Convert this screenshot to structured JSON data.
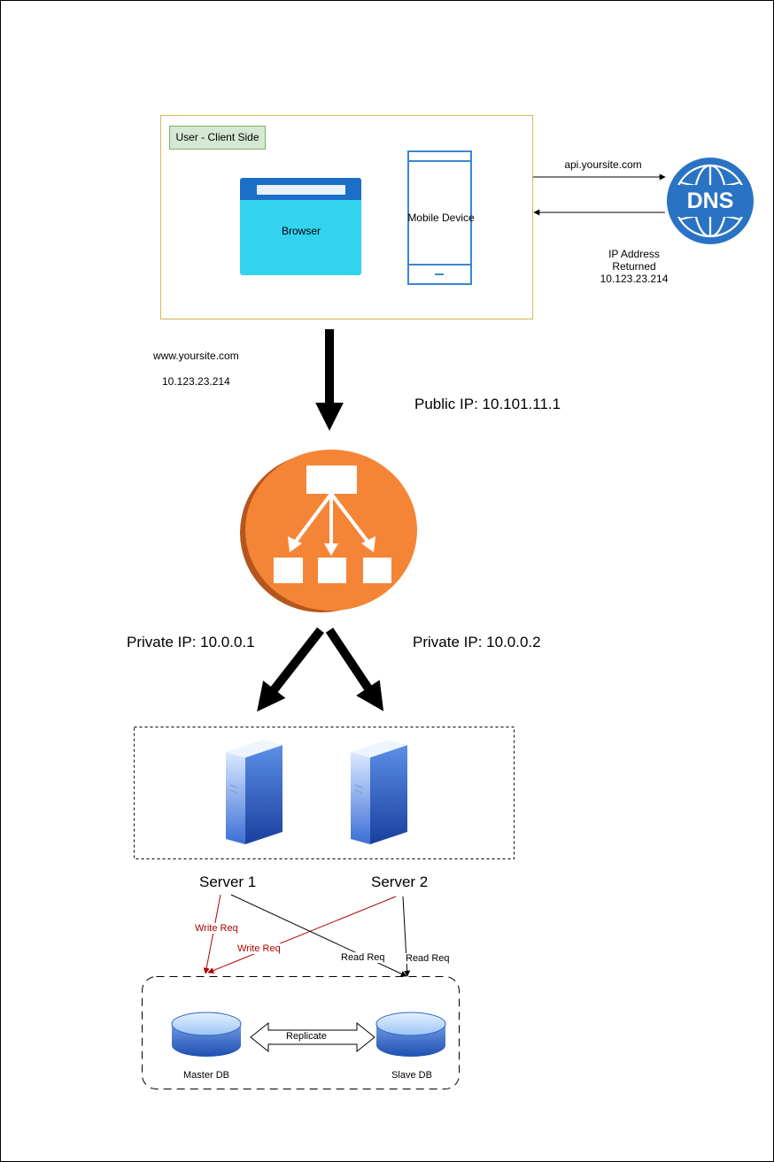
{
  "client": {
    "group_label": "User - Client Side",
    "browser_label": "Browser",
    "mobile_label": "Mobile Device"
  },
  "dns": {
    "icon_text": "DNS",
    "query_label": "api.yoursite.com",
    "response_lines": [
      "IP Address",
      "Returned",
      "10.123.23.214"
    ]
  },
  "request": {
    "domain_label": "www.yoursite.com",
    "ip_label": "10.123.23.214"
  },
  "load_balancer": {
    "public_ip_label": "Public IP:  10.101.11.1",
    "private_ip_left": "Private IP:  10.0.0.1",
    "private_ip_right": "Private IP:  10.0.0.2"
  },
  "servers": [
    {
      "name": "Server 1"
    },
    {
      "name": "Server 2"
    }
  ],
  "edges": {
    "write_req_1": "Write Req",
    "write_req_2": "Write Req",
    "read_req_1": "Read Req",
    "read_req_2": "Read Req",
    "replicate": "Replicate"
  },
  "databases": {
    "master_label": "Master DB",
    "slave_label": "Slave DB"
  },
  "colors": {
    "client_border": "#d6b656",
    "client_badge_fill": "#d5e8d4",
    "client_badge_border": "#82b366",
    "browser_fill": "#33d3f0",
    "browser_header": "#1b6fc7",
    "mobile_stroke": "#3a87d1",
    "dns_blue": "#2a73c4",
    "load_balancer_orange": "#f58536",
    "load_balancer_shadow": "#b5561c",
    "server_blue": "#3c6ed6",
    "database_blue": "#2f63c4",
    "write_red": "#b00000"
  }
}
